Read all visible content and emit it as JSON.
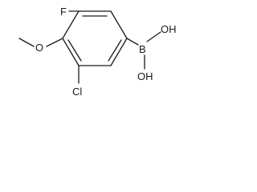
{
  "molecule": {
    "atoms": {
      "fluorine": "F",
      "oxygen": "O",
      "chlorine": "Cl",
      "boron": "B",
      "hydroxyl_top": "OH",
      "hydroxyl_bottom": "OH"
    }
  }
}
